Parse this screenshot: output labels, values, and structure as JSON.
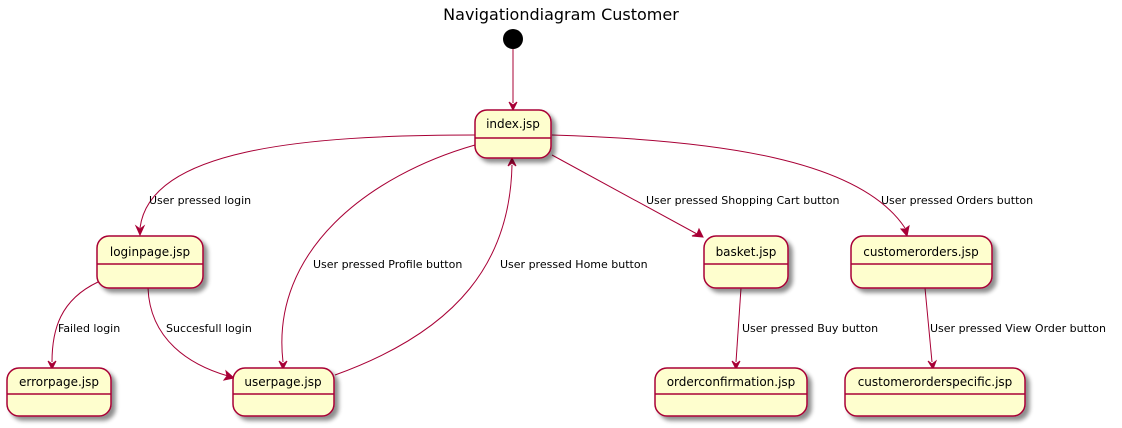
{
  "diagram": {
    "title": "Navigationdiagram Customer",
    "colors": {
      "state_fill": "#FEFECE",
      "border": "#A80036",
      "start": "#000000"
    },
    "states": {
      "index": "index.jsp",
      "login": "loginpage.jsp",
      "error": "errorpage.jsp",
      "user": "userpage.jsp",
      "basket": "basket.jsp",
      "orderconf": "orderconfirmation.jsp",
      "custorders": "customerorders.jsp",
      "custorderspec": "customerorderspecific.jsp"
    },
    "transitions": {
      "index_login": "User pressed login",
      "index_user": "User pressed Profile button",
      "user_index": "User pressed Home button",
      "index_basket": "User pressed Shopping Cart button",
      "index_custorders": "User pressed Orders button",
      "login_error": "Failed login",
      "login_user": "Succesfull login",
      "basket_orderconf": "User pressed Buy button",
      "custorders_custorderspec": "User pressed View Order button"
    }
  }
}
